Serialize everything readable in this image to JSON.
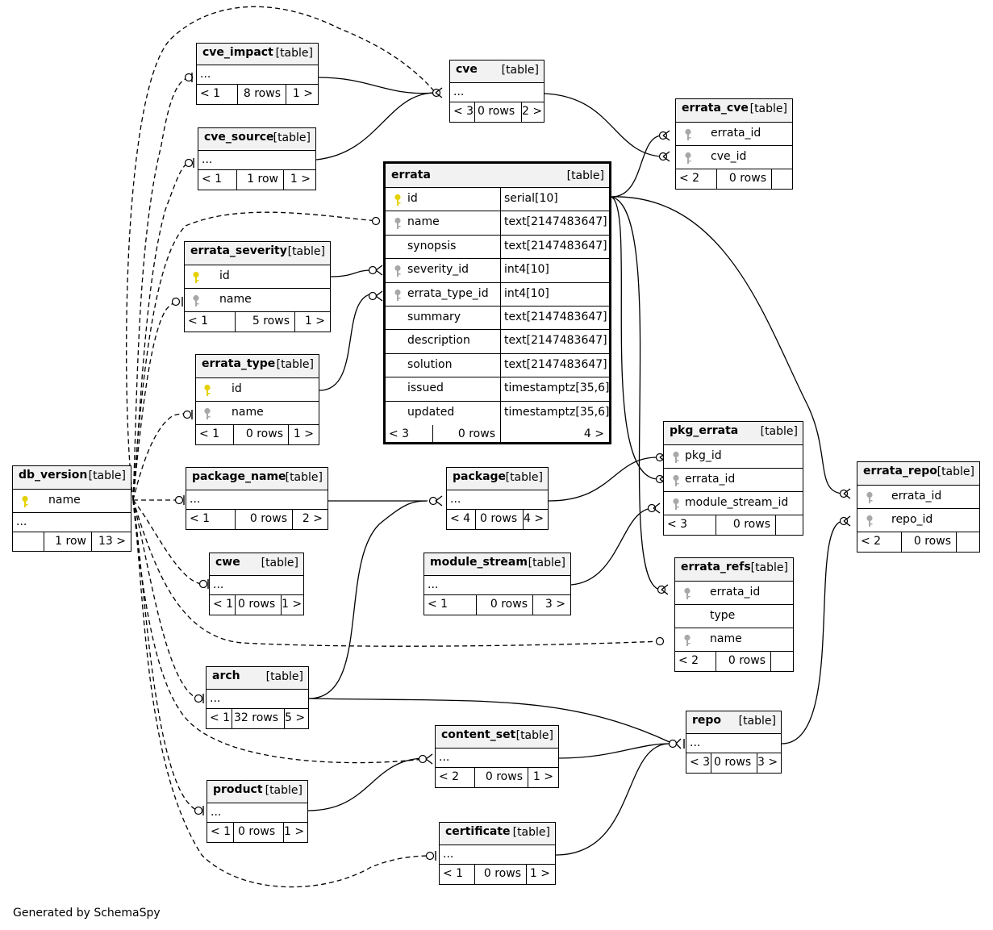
{
  "footer": "Generated by SchemaSpy",
  "colors": {
    "primary_key": "#e6d100",
    "foreign_key": "#a8a8a8",
    "header_bg": "#f2f2f2"
  },
  "tables": {
    "cve_impact": {
      "name": "cve_impact",
      "type": "[table]",
      "body": "...",
      "parents": "< 1",
      "rows": "8 rows",
      "children": "1 >"
    },
    "cve_source": {
      "name": "cve_source",
      "type": "[table]",
      "body": "...",
      "parents": "< 1",
      "rows": "1 row",
      "children": "1 >"
    },
    "cve": {
      "name": "cve",
      "type": "[table]",
      "body": "...",
      "parents": "< 3",
      "rows": "0 rows",
      "children": "2 >"
    },
    "errata_cve": {
      "name": "errata_cve",
      "type": "[table]",
      "columns": [
        "errata_id",
        "cve_id"
      ],
      "parents": "< 2",
      "rows": "0 rows"
    },
    "errata": {
      "name": "errata",
      "type": "[table]",
      "columns": [
        {
          "name": "id",
          "type": "serial[10]",
          "key": "primary"
        },
        {
          "name": "name",
          "type": "text[2147483647]",
          "key": "index"
        },
        {
          "name": "synopsis",
          "type": "text[2147483647]",
          "key": ""
        },
        {
          "name": "severity_id",
          "type": "int4[10]",
          "key": "index"
        },
        {
          "name": "errata_type_id",
          "type": "int4[10]",
          "key": "index"
        },
        {
          "name": "summary",
          "type": "text[2147483647]",
          "key": ""
        },
        {
          "name": "description",
          "type": "text[2147483647]",
          "key": ""
        },
        {
          "name": "solution",
          "type": "text[2147483647]",
          "key": ""
        },
        {
          "name": "issued",
          "type": "timestamptz[35,6]",
          "key": ""
        },
        {
          "name": "updated",
          "type": "timestamptz[35,6]",
          "key": ""
        }
      ],
      "parents": "< 3",
      "rows": "0 rows",
      "children": "4 >"
    },
    "errata_severity": {
      "name": "errata_severity",
      "type": "[table]",
      "columns": [
        "id",
        "name"
      ],
      "parents": "< 1",
      "rows": "5 rows",
      "children": "1 >"
    },
    "errata_type": {
      "name": "errata_type",
      "type": "[table]",
      "columns": [
        "id",
        "name"
      ],
      "parents": "< 1",
      "rows": "0 rows",
      "children": "1 >"
    },
    "db_version": {
      "name": "db_version",
      "type": "[table]",
      "columns": [
        "name"
      ],
      "body": "...",
      "rows": "1 row",
      "children": "13 >"
    },
    "package_name": {
      "name": "package_name",
      "type": "[table]",
      "body": "...",
      "parents": "< 1",
      "rows": "0 rows",
      "children": "2 >"
    },
    "package": {
      "name": "package",
      "type": "[table]",
      "body": "...",
      "parents": "< 4",
      "rows": "0 rows",
      "children": "4 >"
    },
    "pkg_errata": {
      "name": "pkg_errata",
      "type": "[table]",
      "columns": [
        "pkg_id",
        "errata_id",
        "module_stream_id"
      ],
      "parents": "< 3",
      "rows": "0 rows"
    },
    "errata_repo": {
      "name": "errata_repo",
      "type": "[table]",
      "columns": [
        "errata_id",
        "repo_id"
      ],
      "parents": "< 2",
      "rows": "0 rows"
    },
    "cwe": {
      "name": "cwe",
      "type": "[table]",
      "body": "...",
      "parents": "< 1",
      "rows": "0 rows",
      "children": "1 >"
    },
    "module_stream": {
      "name": "module_stream",
      "type": "[table]",
      "body": "...",
      "parents": "< 1",
      "rows": "0 rows",
      "children": "3 >"
    },
    "errata_refs": {
      "name": "errata_refs",
      "type": "[table]",
      "columns": [
        "errata_id",
        "type",
        "name"
      ],
      "parents": "< 2",
      "rows": "0 rows"
    },
    "arch": {
      "name": "arch",
      "type": "[table]",
      "body": "...",
      "parents": "< 1",
      "rows": "32 rows",
      "children": "5 >"
    },
    "repo": {
      "name": "repo",
      "type": "[table]",
      "body": "...",
      "parents": "< 3",
      "rows": "0 rows",
      "children": "3 >"
    },
    "content_set": {
      "name": "content_set",
      "type": "[table]",
      "body": "...",
      "parents": "< 2",
      "rows": "0 rows",
      "children": "1 >"
    },
    "product": {
      "name": "product",
      "type": "[table]",
      "body": "...",
      "parents": "< 1",
      "rows": "0 rows",
      "children": "1 >"
    },
    "certificate": {
      "name": "certificate",
      "type": "[table]",
      "body": "...",
      "parents": "< 1",
      "rows": "0 rows",
      "children": "1 >"
    }
  }
}
